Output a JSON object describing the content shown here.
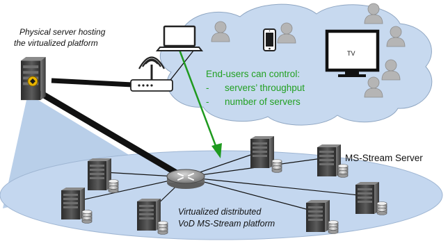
{
  "physical_server_label": {
    "line1": "Physical server hosting",
    "line2": "the virtualized platform"
  },
  "control_box": {
    "heading": "End-users can control:",
    "items": [
      {
        "bullet": "-",
        "text": "servers’ throughput"
      },
      {
        "bullet": "-",
        "text": "number of servers"
      }
    ]
  },
  "tv_label": "TV",
  "ms_stream_label": "MS-Stream Server",
  "platform_label": {
    "line1": "Virtualized distributed",
    "line2": "VoD MS-Stream platform"
  },
  "colors": {
    "cloud_fill": "#c7d9ef",
    "platform_fill": "#c4d7ef",
    "link_green": "#1f9a1f",
    "text_green": "#22a022",
    "user_gray": "#b5b5b5",
    "server_dark": "#3d3d3d",
    "beam_fill": "#b9cfe9"
  },
  "icons": {
    "user": "user-silhouette-icon",
    "server": "server-tower-icon",
    "router": "router-icon",
    "wifi": "wifi-router-icon",
    "laptop": "laptop-icon",
    "phone": "smartphone-icon",
    "tv": "television-icon",
    "database": "database-icon"
  }
}
